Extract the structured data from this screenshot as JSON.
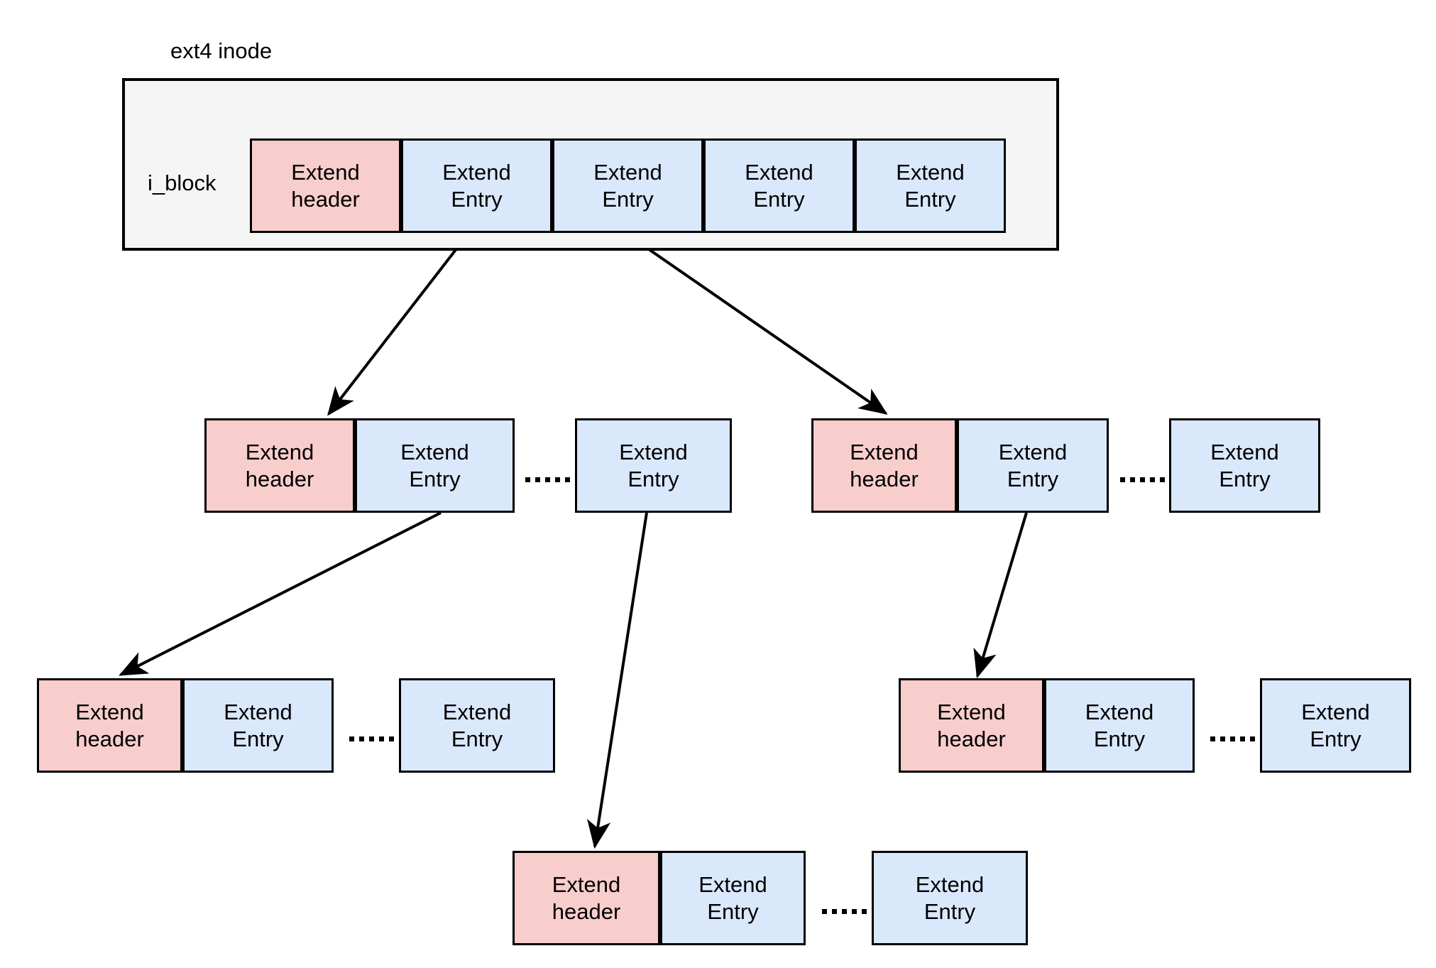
{
  "diagram": {
    "title": "ext4 inode",
    "labels": {
      "i_block": "i_block"
    },
    "colors": {
      "header_fill": "#f8cecc",
      "entry_fill": "#dae8fc",
      "inode_fill": "#f5f5f5",
      "stroke": "#000000"
    },
    "text": {
      "extend_header_line1": "Extend",
      "extend_header_line2": "header",
      "extend_entry_line1": "Extend",
      "extend_entry_line2": "Entry"
    },
    "levels": [
      {
        "name": "inode-level",
        "cells": [
          {
            "kind": "header",
            "line1": "Extend",
            "line2": "header"
          },
          {
            "kind": "entry",
            "line1": "Extend",
            "line2": "Entry"
          },
          {
            "kind": "entry",
            "line1": "Extend",
            "line2": "Entry"
          },
          {
            "kind": "entry",
            "line1": "Extend",
            "line2": "Entry"
          },
          {
            "kind": "entry",
            "line1": "Extend",
            "line2": "Entry"
          }
        ]
      },
      {
        "name": "level-2-left",
        "cells": [
          {
            "kind": "header",
            "line1": "Extend",
            "line2": "header"
          },
          {
            "kind": "entry",
            "line1": "Extend",
            "line2": "Entry"
          },
          {
            "kind": "entry",
            "line1": "Extend",
            "line2": "Entry"
          }
        ]
      },
      {
        "name": "level-2-right",
        "cells": [
          {
            "kind": "header",
            "line1": "Extend",
            "line2": "header"
          },
          {
            "kind": "entry",
            "line1": "Extend",
            "line2": "Entry"
          },
          {
            "kind": "entry",
            "line1": "Extend",
            "line2": "Entry"
          }
        ]
      },
      {
        "name": "level-3-left",
        "cells": [
          {
            "kind": "header",
            "line1": "Extend",
            "line2": "header"
          },
          {
            "kind": "entry",
            "line1": "Extend",
            "line2": "Entry"
          },
          {
            "kind": "entry",
            "line1": "Extend",
            "line2": "Entry"
          }
        ]
      },
      {
        "name": "level-3-right",
        "cells": [
          {
            "kind": "header",
            "line1": "Extend",
            "line2": "header"
          },
          {
            "kind": "entry",
            "line1": "Extend",
            "line2": "Entry"
          },
          {
            "kind": "entry",
            "line1": "Extend",
            "line2": "Entry"
          }
        ]
      },
      {
        "name": "level-4-bottom",
        "cells": [
          {
            "kind": "header",
            "line1": "Extend",
            "line2": "header"
          },
          {
            "kind": "entry",
            "line1": "Extend",
            "line2": "Entry"
          },
          {
            "kind": "entry",
            "line1": "Extend",
            "line2": "Entry"
          }
        ]
      }
    ]
  }
}
